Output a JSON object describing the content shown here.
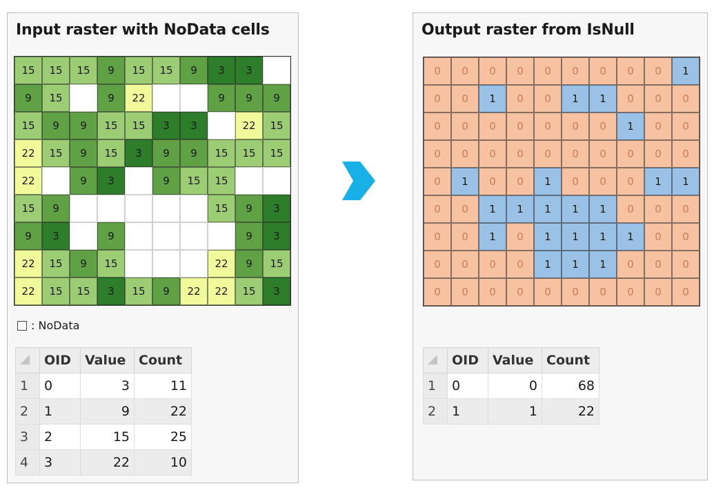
{
  "colors": {
    "v3": "#2e7d2b",
    "v9": "#5fa144",
    "v15": "#9ccc74",
    "v22": "#f1fa9a",
    "out0": "#f6c2a2",
    "out1": "#99c2e6",
    "arrow": "#19b0e8"
  },
  "input": {
    "title": "Input raster with NoData cells",
    "legend_label": ": NoData",
    "grid": [
      [
        15,
        15,
        15,
        9,
        15,
        15,
        9,
        3,
        3,
        null
      ],
      [
        9,
        15,
        null,
        9,
        22,
        null,
        null,
        9,
        9,
        9
      ],
      [
        15,
        9,
        9,
        15,
        15,
        3,
        3,
        null,
        22,
        15
      ],
      [
        22,
        15,
        9,
        15,
        3,
        9,
        9,
        15,
        15,
        15
      ],
      [
        22,
        null,
        9,
        3,
        null,
        9,
        15,
        15,
        null,
        null
      ],
      [
        15,
        9,
        null,
        null,
        null,
        null,
        null,
        15,
        9,
        3
      ],
      [
        9,
        3,
        null,
        9,
        null,
        null,
        null,
        null,
        9,
        3
      ],
      [
        22,
        15,
        9,
        15,
        null,
        null,
        null,
        22,
        9,
        15
      ],
      [
        22,
        15,
        15,
        3,
        15,
        9,
        22,
        22,
        15,
        3
      ]
    ],
    "table": {
      "headers": [
        "",
        "OID",
        "Value",
        "Count"
      ],
      "rows": [
        [
          "1",
          "0",
          "3",
          "11"
        ],
        [
          "2",
          "1",
          "9",
          "22"
        ],
        [
          "3",
          "2",
          "15",
          "25"
        ],
        [
          "4",
          "3",
          "22",
          "10"
        ]
      ]
    }
  },
  "output": {
    "title": "Output raster from IsNull",
    "grid": [
      [
        0,
        0,
        0,
        0,
        0,
        0,
        0,
        0,
        0,
        1
      ],
      [
        0,
        0,
        1,
        0,
        0,
        1,
        1,
        0,
        0,
        0
      ],
      [
        0,
        0,
        0,
        0,
        0,
        0,
        0,
        1,
        0,
        0
      ],
      [
        0,
        0,
        0,
        0,
        0,
        0,
        0,
        0,
        0,
        0
      ],
      [
        0,
        1,
        0,
        0,
        1,
        0,
        0,
        0,
        1,
        1
      ],
      [
        0,
        0,
        1,
        1,
        1,
        1,
        1,
        0,
        0,
        0
      ],
      [
        0,
        0,
        1,
        0,
        1,
        1,
        1,
        1,
        0,
        0
      ],
      [
        0,
        0,
        0,
        0,
        1,
        1,
        1,
        0,
        0,
        0
      ],
      [
        0,
        0,
        0,
        0,
        0,
        0,
        0,
        0,
        0,
        0
      ]
    ],
    "table": {
      "headers": [
        "",
        "OID",
        "Value",
        "Count"
      ],
      "rows": [
        [
          "1",
          "0",
          "0",
          "68"
        ],
        [
          "2",
          "1",
          "1",
          "22"
        ]
      ]
    }
  },
  "arrow_icon": "right-arrow-icon"
}
